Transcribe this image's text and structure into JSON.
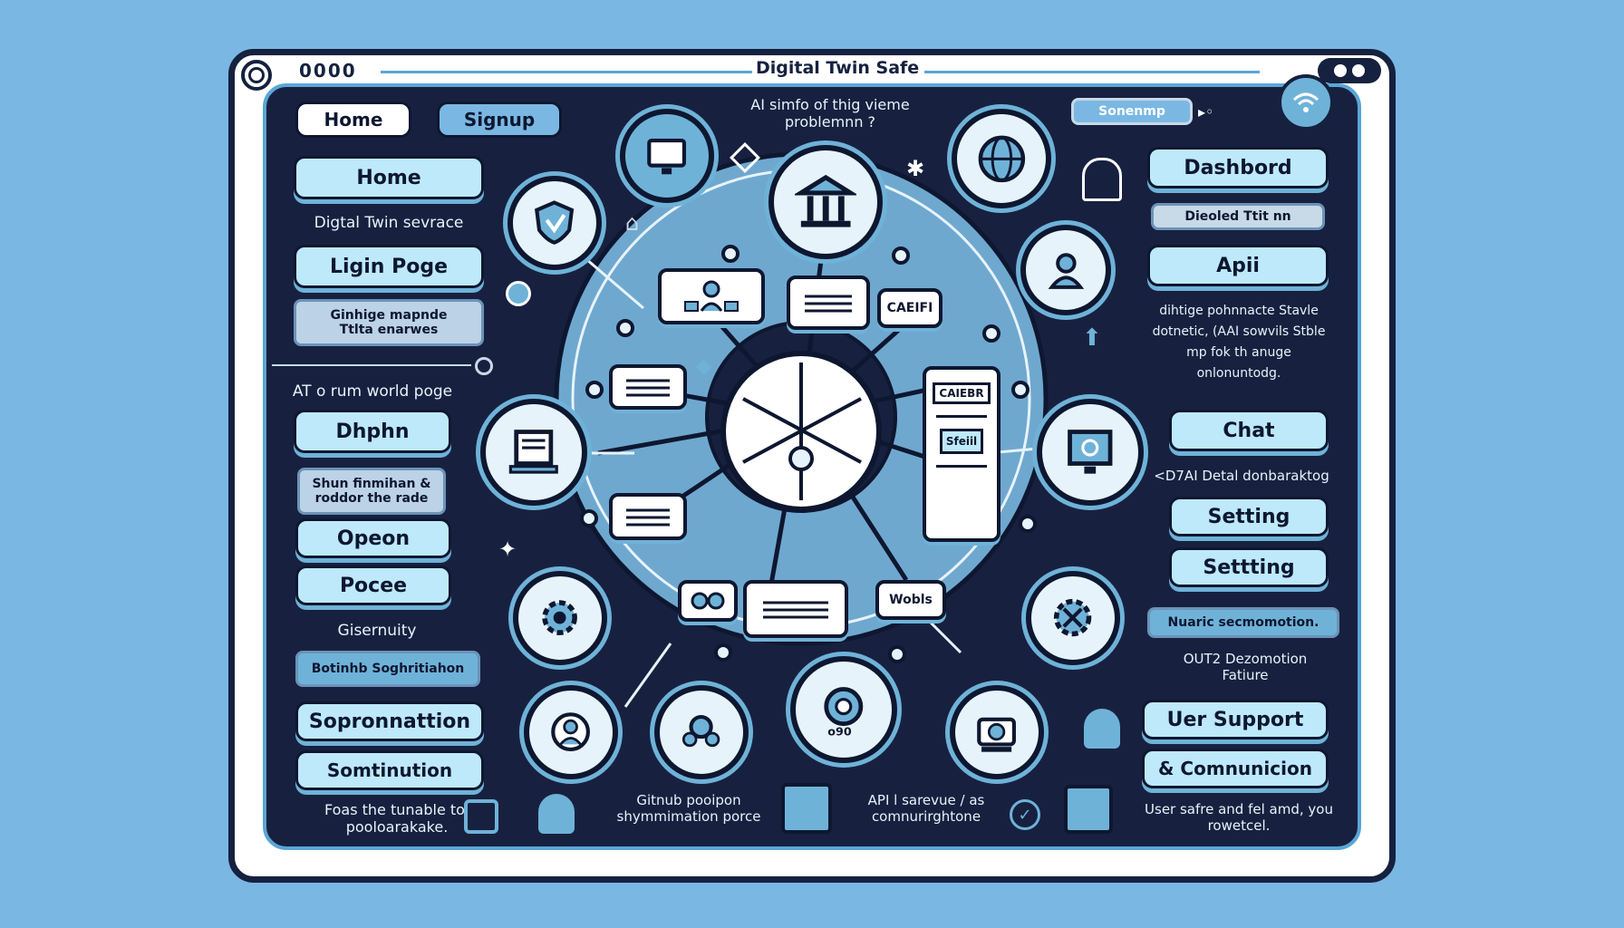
{
  "window": {
    "title": "Digital Twin Safe",
    "dots_label": "0000",
    "header_badge": "Sonenmp",
    "header_caption": "AI simfo of thig vieme problemnn ?"
  },
  "left_nav": {
    "home_tab": "Home",
    "signup_tab": "Signup",
    "items": [
      {
        "label": "Home"
      },
      {
        "label": "Ligin Poge"
      },
      {
        "label": "Dhphn"
      },
      {
        "label": "Opeon"
      },
      {
        "label": "Pocee"
      },
      {
        "label": "Sopronnattion"
      },
      {
        "label": "Somtinution"
      }
    ],
    "captions": {
      "digital_twin_service": "Digtal Twin sevrace",
      "github_box": "Ginhige mapnde Ttlta enarwes",
      "atlas": "AT o rum world poge",
      "shun_box": "Shun finmihan & roddor the rade",
      "giseruity": "Gisernuity",
      "botinhh": "Botinhb Soghritiahon",
      "foss": "Foas the tunable to, pooloarakake."
    }
  },
  "right_nav": {
    "items": [
      {
        "label": "Dashbord"
      },
      {
        "label": "Apii"
      },
      {
        "label": "Chat"
      },
      {
        "label": "Setting"
      },
      {
        "label": "Settting"
      },
      {
        "label": "Uer Support"
      },
      {
        "label": "& Comnunicion"
      }
    ],
    "captions": {
      "dieded": "Dieoled Ttit nn",
      "api_desc": "dihtige pohnnacte Stavle dotnetic, (AAI sowvils Stble mp fok th anuge onlonuntodg.",
      "d7ai": "<D7AI Detal donbaraktog",
      "nuaric": "Nuaric secmomotion.",
      "out2": "OUT2 Dezomotion Fatiure",
      "user_safe": "User safre and fel amd, you rowetcel."
    }
  },
  "center": {
    "cards": [
      "CAEIFI",
      "CAIEBR",
      "Sfeiil",
      "Wobls"
    ],
    "bottom_captions": {
      "github": "Gitnub pooipon shymmimation porce",
      "api": "API l sarevue / as comnurirghtone"
    }
  },
  "colors": {
    "background": "#7ab8e3",
    "panel": "#17213f",
    "button_fill": "#bde9fa",
    "outline": "#0e1730",
    "accent": "#6fb2d8"
  },
  "icons": [
    "settings-gear-icon",
    "wifi-icon",
    "shield-icon",
    "monitor-icon",
    "bank-icon",
    "globe-icon",
    "user-icon",
    "laptop-icon",
    "gear-icon",
    "tools-icon",
    "compass-icon",
    "camera-icon"
  ]
}
